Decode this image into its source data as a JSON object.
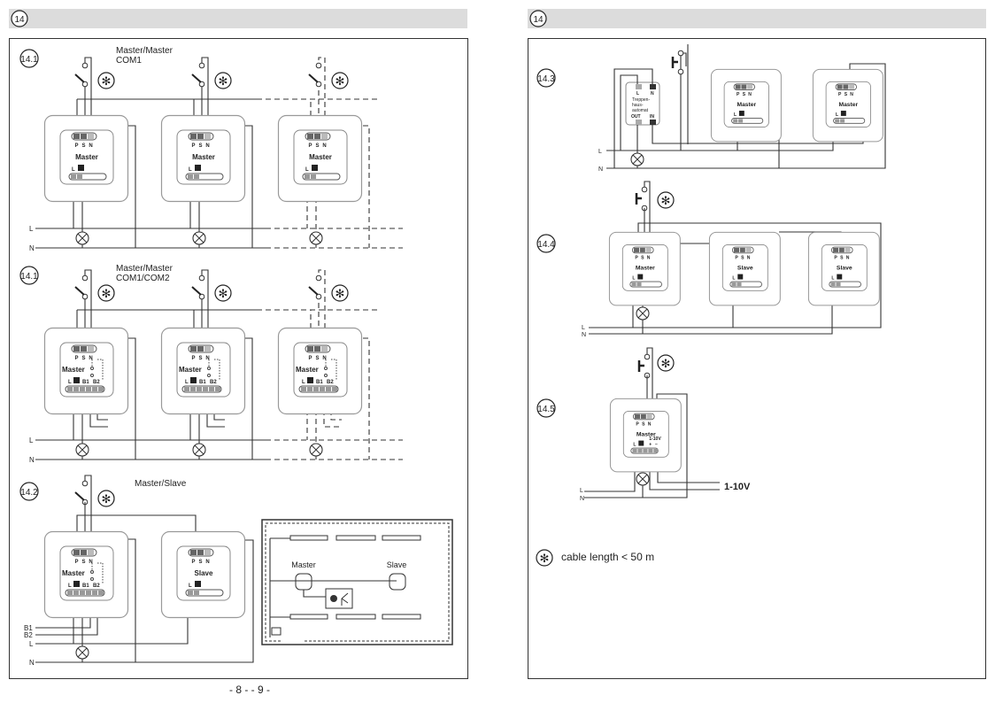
{
  "left_page": {
    "header_badge": "14",
    "sections": [
      {
        "number": "14.1",
        "title_lines": [
          "Master/Master",
          "COM1"
        ]
      },
      {
        "number": "14.1",
        "title_lines": [
          "Master/Master",
          "COM1/COM2"
        ]
      },
      {
        "number": "14.2",
        "title_lines": [
          "Master/Slave"
        ]
      }
    ],
    "room": {
      "master": "Master",
      "slave": "Slave"
    }
  },
  "right_page": {
    "header_badge": "14",
    "sections": [
      {
        "number": "14.3"
      },
      {
        "number": "14.4"
      },
      {
        "number": "14.5"
      }
    ],
    "staircase_timer": {
      "lines": [
        "Treppen-",
        "haus-",
        "automat"
      ],
      "in_labels": [
        "L",
        "N"
      ],
      "out_labels": [
        "OUT",
        "IN"
      ]
    },
    "analog_output_label": "1-10V",
    "footnote": {
      "symbol": "✻",
      "text": "cable length < 50 m"
    }
  },
  "device": {
    "master": "Master",
    "slave": "Slave",
    "terminals_top": [
      "P",
      "S",
      "N"
    ],
    "terminal_l": "L",
    "terminal_b1": "B1",
    "terminal_b2": "B2",
    "dim_label": "1-10V",
    "plus": "+",
    "minus": "−"
  },
  "lines": {
    "L": "L",
    "N": "N",
    "B1": "B1",
    "B2": "B2"
  },
  "star_symbol": "✻",
  "page_numbers": "- 8 - - 9 -"
}
